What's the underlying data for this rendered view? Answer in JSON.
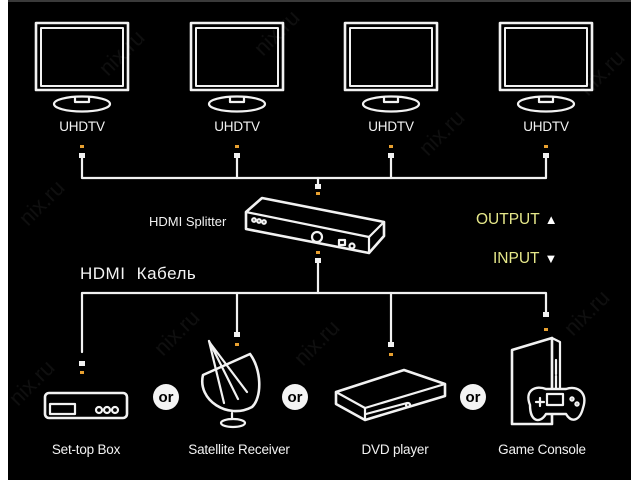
{
  "diagram": {
    "title": "HDMI Splitter connection diagram",
    "outputs": [
      {
        "label": "UHDTV",
        "icon": "tv-icon"
      },
      {
        "label": "UHDTV",
        "icon": "tv-icon"
      },
      {
        "label": "UHDTV",
        "icon": "tv-icon"
      },
      {
        "label": "UHDTV",
        "icon": "tv-icon"
      }
    ],
    "splitter": {
      "label": "HDMI Splitter",
      "icon": "hdmi-splitter-icon"
    },
    "cable_label": "HDMI Кабель",
    "legend": {
      "output": {
        "label": "OUTPUT",
        "arrow": "▲"
      },
      "input": {
        "label": "INPUT",
        "arrow": "▼"
      }
    },
    "sources": [
      {
        "label": "Set-top Box",
        "icon": "set-top-box-icon"
      },
      {
        "label": "Satellite Receiver",
        "icon": "satellite-dish-icon"
      },
      {
        "label": "DVD player",
        "icon": "dvd-player-icon"
      },
      {
        "label": "Game Console",
        "icon": "game-console-icon"
      }
    ],
    "or_label": "or",
    "watermark": "nix.ru",
    "colors": {
      "background": "#000000",
      "lines": "#f2f2f2",
      "legend_text": "#e6e88a",
      "connector_tip": "#e8a030"
    }
  }
}
